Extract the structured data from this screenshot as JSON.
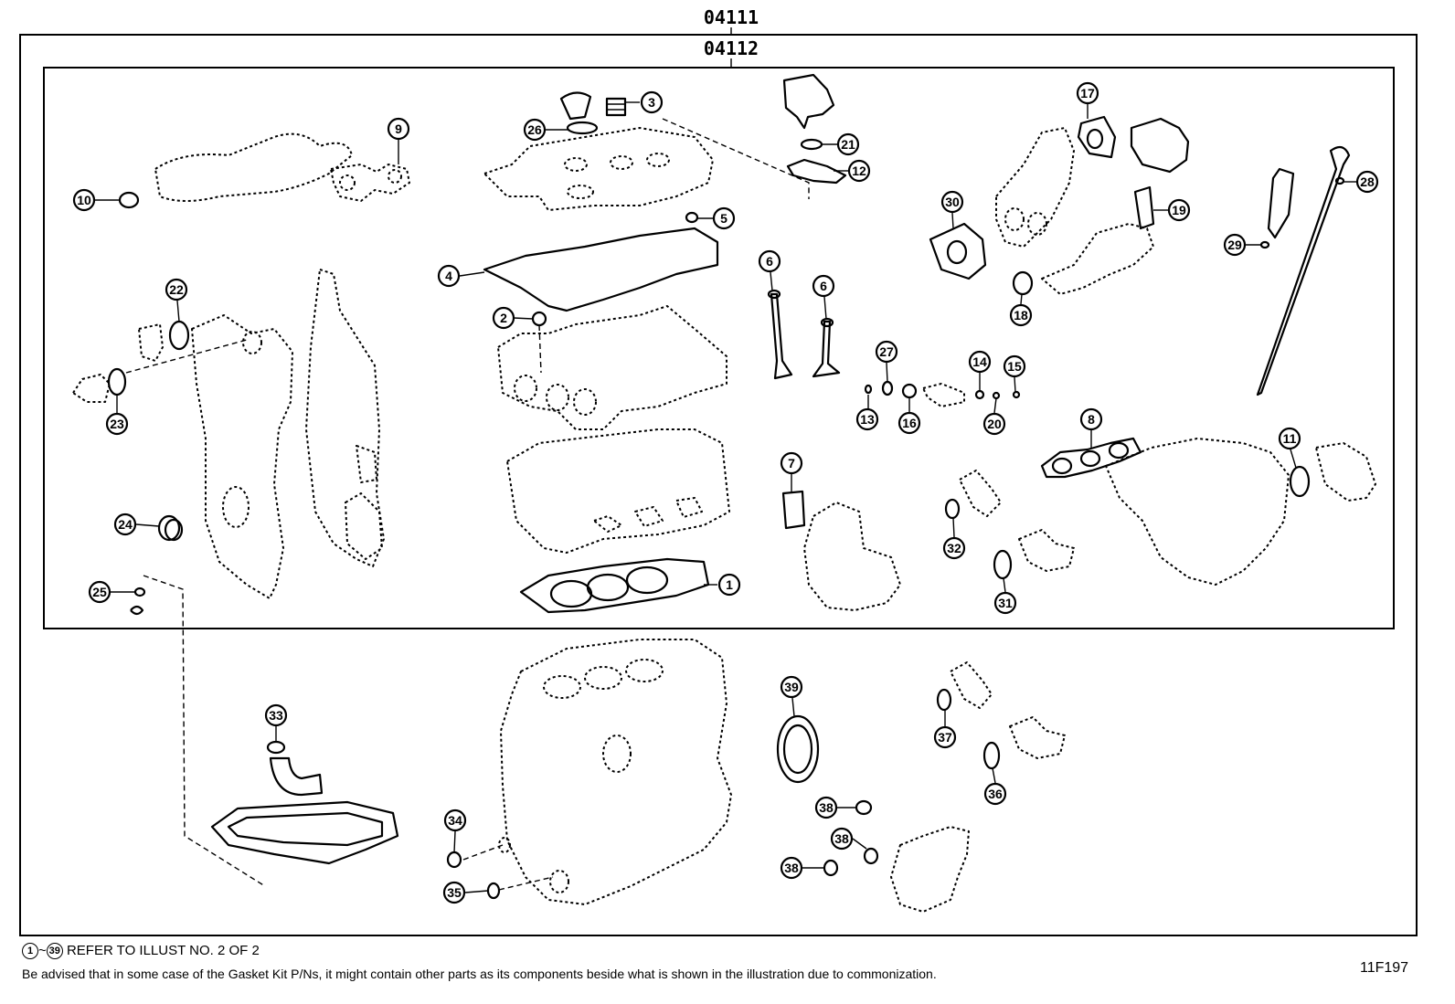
{
  "assemblies": {
    "outer": "04111",
    "inner": "04112"
  },
  "callouts": [
    "1",
    "2",
    "3",
    "4",
    "5",
    "6",
    "6",
    "7",
    "8",
    "9",
    "10",
    "11",
    "12",
    "13",
    "14",
    "15",
    "16",
    "17",
    "18",
    "19",
    "20",
    "21",
    "22",
    "23",
    "24",
    "25",
    "26",
    "27",
    "28",
    "29",
    "30",
    "31",
    "32",
    "33",
    "34",
    "35",
    "36",
    "37",
    "38",
    "38",
    "38",
    "39"
  ],
  "footer": {
    "ref_range_start": "1",
    "ref_range_sep": "~",
    "ref_range_end": "39",
    "ref_text": "REFER TO ILLUST NO. 2 OF 2",
    "note": "Be advised that in some case of the Gasket Kit P/Ns,  it might contain other parts as its components beside what is shown in the illustration due to commonization.",
    "illustration_id": "11F197"
  }
}
